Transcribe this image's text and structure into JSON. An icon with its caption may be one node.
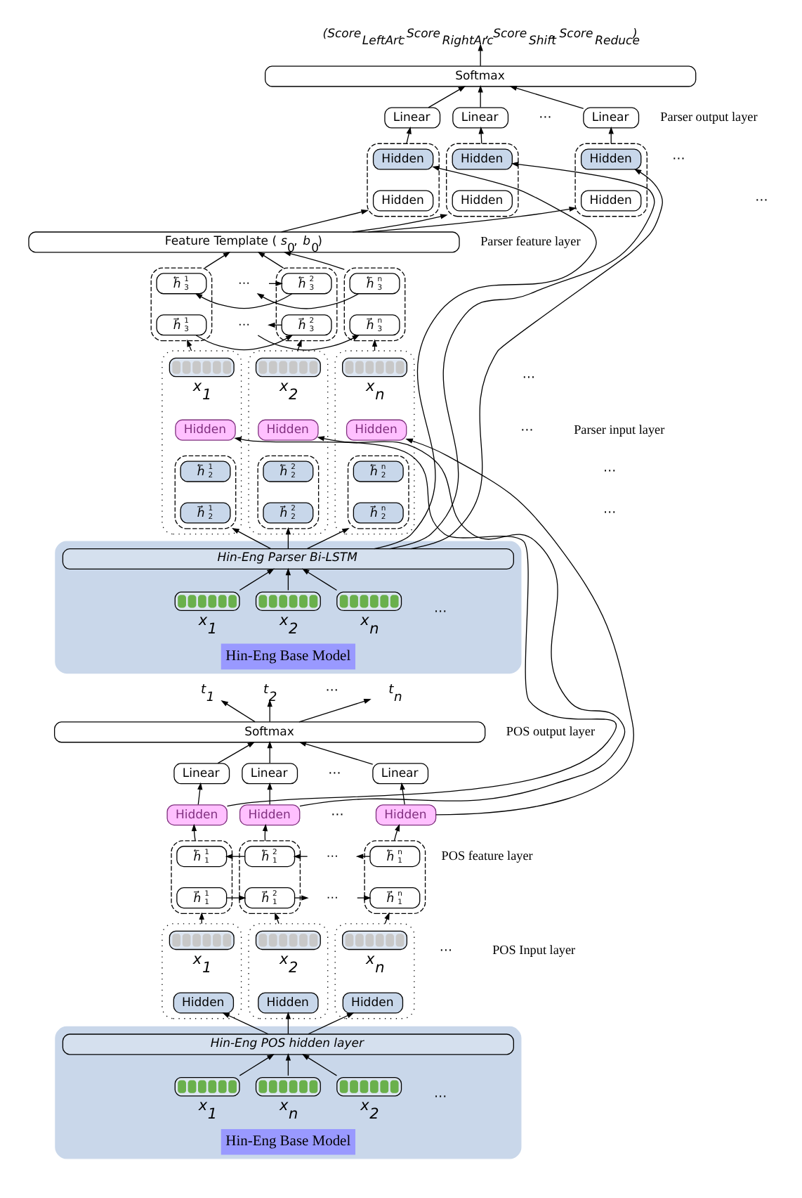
{
  "diagram": {
    "nodes": [
      {
        "text": [
          "(Score$_{LeftArc}$, Score$_{RightArc}$, Score$_{Shift}$, Score$_{Reduce}$)"
        ]
      },
      {
        "text": [
          "Softmax"
        ]
      },
      {
        "text": [
          "Linear"
        ]
      },
      {
        "text": [
          "Linear"
        ]
      },
      {
        "text": [
          "Linear"
        ]
      },
      {
        "text": [],
        "shape": "box"
      },
      {
        "text": [
          "Hidden"
        ],
        "in": 5
      },
      {
        "text": [
          "Hidden"
        ],
        "in": 5
      },
      {
        "text": [],
        "shape": "box"
      },
      {
        "text": [
          "Hidden"
        ],
        "in": 8
      },
      {
        "text": [
          "Hidden"
        ],
        "in": 8
      },
      {
        "text": [],
        "shape": "box"
      },
      {
        "text": [
          "Hidden"
        ],
        "in": 11
      },
      {
        "text": [
          "Hidden"
        ],
        "in": 11
      },
      {
        "text": [
          "Feature Template (*s*$_{0}$, *b*$_{0}$)"
        ]
      },
      {
        "text": [],
        "shape": "box"
      },
      {
        "text": [
          "h⃖$^{1}$$_{3}$"
        ],
        "in": 15
      },
      {
        "text": [
          "h⃗$^{1}$$_{3}$"
        ],
        "in": 15
      },
      {
        "text": [],
        "shape": "box"
      },
      {
        "text": [
          "h⃖$^{2}$$_{3}$"
        ],
        "in": 18
      },
      {
        "text": [
          "h⃗$^{2}$$_{3}$"
        ],
        "in": 18
      },
      {
        "text": [
          "⋯"
        ]
      },
      {
        "text": [
          "⋯"
        ]
      },
      {
        "text": [],
        "shape": "box"
      },
      {
        "text": [
          "h⃖$^{n}$$_{3}$"
        ],
        "in": 23
      },
      {
        "text": [
          "h⃗$^{n}$$_{3}$"
        ],
        "in": 23
      },
      {
        "text": [],
        "shape": "box"
      },
      {
        "text": [],
        "shape": "bar",
        "beside": [
          "x$_{1}$"
        ],
        "in": 26
      },
      {
        "text": [
          "Hidden"
        ],
        "in": 26
      },
      {
        "text": [],
        "shape": "box",
        "in": 26
      },
      {
        "text": [
          "h⃖$^{1}$$_{2}$"
        ],
        "in": 29
      },
      {
        "text": [
          "h⃗$^{1}$$_{2}$"
        ],
        "in": 29
      },
      {
        "text": [],
        "shape": "box"
      },
      {
        "text": [],
        "shape": "bar",
        "beside": [
          "x$_{2}$"
        ],
        "in": 32
      },
      {
        "text": [
          "Hidden"
        ],
        "in": 32
      },
      {
        "text": [],
        "shape": "box",
        "in": 32
      },
      {
        "text": [
          "h⃖$^{2}$$_{2}$"
        ],
        "in": 35
      },
      {
        "text": [
          "h⃗$^{2}$$_{2}$"
        ],
        "in": 35
      },
      {
        "text": [],
        "shape": "box"
      },
      {
        "text": [],
        "shape": "bar",
        "beside": [
          "x$_{n}$"
        ],
        "in": 38
      },
      {
        "text": [
          "Hidden"
        ],
        "in": 38
      },
      {
        "text": [],
        "shape": "box",
        "in": 38
      },
      {
        "text": [
          "h⃖$^{n}$$_{2}$"
        ],
        "in": 41
      },
      {
        "text": [
          "h⃗$^{n}$$_{2}$"
        ],
        "in": 41
      },
      {
        "text": [
          "Hin-Eng Base Model"
        ]
      },
      {
        "text": [
          "Hin-Eng Parser Bi-LSTM"
        ],
        "in": 44
      },
      {
        "text": [],
        "shape": "bar",
        "beside": [
          "x$_{1}$"
        ],
        "in": 44
      },
      {
        "text": [],
        "shape": "bar",
        "beside": [
          "x$_{2}$"
        ],
        "in": 44
      },
      {
        "text": [],
        "shape": "bar",
        "beside": [
          "x$_{n}$"
        ],
        "in": 44
      },
      {
        "text": [
          "t$_{1}$"
        ]
      },
      {
        "text": [
          "t$_{2}$"
        ]
      },
      {
        "text": [
          "t$_{n}$"
        ]
      },
      {
        "text": [
          "Softmax"
        ]
      },
      {
        "text": [
          "Linear"
        ]
      },
      {
        "text": [
          "Linear"
        ]
      },
      {
        "text": [
          "Linear"
        ]
      },
      {
        "text": [
          "Hidden"
        ]
      },
      {
        "text": [
          "Hidden"
        ]
      },
      {
        "text": [
          "Hidden"
        ]
      },
      {
        "text": [],
        "shape": "box"
      },
      {
        "text": [
          "h⃖$^{1}$$_{1}$"
        ],
        "in": 59
      },
      {
        "text": [
          "h⃗$^{1}$$_{1}$"
        ],
        "in": 59
      },
      {
        "text": [],
        "shape": "box"
      },
      {
        "text": [
          "h⃖$^{2}$$_{1}$"
        ],
        "in": 62
      },
      {
        "text": [
          "h⃗$^{2}$$_{1}$"
        ],
        "in": 62
      },
      {
        "text": [
          "⋯"
        ]
      },
      {
        "text": [
          "⋯"
        ]
      },
      {
        "text": [],
        "shape": "box"
      },
      {
        "text": [
          "h⃖$^{n}$$_{1}$"
        ],
        "in": 67
      },
      {
        "text": [
          "h⃗$^{n}$$_{1}$"
        ],
        "in": 67
      },
      {
        "text": [],
        "shape": "box"
      },
      {
        "text": [],
        "shape": "bar",
        "beside": [
          "x$_{1}$"
        ],
        "in": 70
      },
      {
        "text": [
          "Hidden"
        ],
        "in": 70
      },
      {
        "text": [],
        "shape": "box"
      },
      {
        "text": [],
        "shape": "bar",
        "beside": [
          "x$_{2}$"
        ],
        "in": 73
      },
      {
        "text": [
          "Hidden"
        ],
        "in": 73
      },
      {
        "text": [],
        "shape": "box"
      },
      {
        "text": [],
        "shape": "bar",
        "beside": [
          "x$_{n}$"
        ],
        "in": 76
      },
      {
        "text": [
          "Hidden"
        ],
        "in": 76
      },
      {
        "text": [
          "Hin-Eng Base Model"
        ]
      },
      {
        "text": [
          "Hin-Eng POS hidden layer"
        ],
        "in": 79
      },
      {
        "text": [],
        "shape": "bar",
        "beside": [
          "x$_{1}$"
        ],
        "in": 79
      },
      {
        "text": [],
        "shape": "bar",
        "beside": [
          "x$_{2}$"
        ],
        "in": 79
      },
      {
        "text": [],
        "shape": "bar",
        "beside": [
          "x$_{n}$"
        ],
        "in": 79
      }
    ],
    "edges": [
      {
        "from": 1,
        "to": 0,
        "arrow": "to"
      },
      {
        "from": 2,
        "to": 1,
        "arrow": "to"
      },
      {
        "from": 3,
        "to": 1,
        "arrow": "to"
      },
      {
        "from": 4,
        "to": 1,
        "arrow": "to"
      },
      {
        "from": 5,
        "to": 2,
        "arrow": "to"
      },
      {
        "from": 8,
        "to": 3,
        "arrow": "to"
      },
      {
        "from": 11,
        "to": 4,
        "arrow": "to"
      },
      {
        "from": 14,
        "to": 5,
        "arrow": "to"
      },
      {
        "from": 14,
        "to": 8,
        "arrow": "to"
      },
      {
        "from": 14,
        "to": 11,
        "arrow": "to"
      },
      {
        "from": 15,
        "to": 14,
        "arrow": "to"
      },
      {
        "from": 18,
        "to": 14,
        "arrow": "to"
      },
      {
        "from": 23,
        "to": 14,
        "arrow": "to"
      },
      {
        "from": 19,
        "to": 16,
        "arrow": "to"
      },
      {
        "from": 21,
        "to": 19,
        "arrow": "to"
      },
      {
        "from": 24,
        "to": 21,
        "arrow": "to"
      },
      {
        "from": 17,
        "to": 20,
        "arrow": "to"
      },
      {
        "from": 20,
        "to": 22,
        "arrow": "to"
      },
      {
        "from": 22,
        "to": 25,
        "arrow": "to"
      },
      {
        "from": 26,
        "to": 15,
        "arrow": "to"
      },
      {
        "from": 32,
        "to": 18,
        "arrow": "to"
      },
      {
        "from": 38,
        "to": 23,
        "arrow": "to"
      },
      {
        "from": 45,
        "to": 29,
        "arrow": "to"
      },
      {
        "from": 45,
        "to": 35,
        "arrow": "to"
      },
      {
        "from": 45,
        "to": 41,
        "arrow": "to"
      },
      {
        "from": 46,
        "to": 45,
        "arrow": "to"
      },
      {
        "from": 47,
        "to": 45,
        "arrow": "to"
      },
      {
        "from": 48,
        "to": 45,
        "arrow": "to"
      },
      {
        "from": 45,
        "to": 6,
        "arrow": "to"
      },
      {
        "from": 45,
        "to": 9,
        "arrow": "to"
      },
      {
        "from": 45,
        "to": 12,
        "arrow": "to"
      },
      {
        "from": 56,
        "to": 28,
        "arrow": "to"
      },
      {
        "from": 57,
        "to": 34,
        "arrow": "to"
      },
      {
        "from": 58,
        "to": 40,
        "arrow": "to"
      },
      {
        "from": 52,
        "to": 49,
        "arrow": "to"
      },
      {
        "from": 52,
        "to": 50,
        "arrow": "to"
      },
      {
        "from": 52,
        "to": 51,
        "arrow": "to"
      },
      {
        "from": 53,
        "to": 52,
        "arrow": "to"
      },
      {
        "from": 54,
        "to": 52,
        "arrow": "to"
      },
      {
        "from": 55,
        "to": 52,
        "arrow": "to"
      },
      {
        "from": 56,
        "to": 53,
        "arrow": "to"
      },
      {
        "from": 57,
        "to": 54,
        "arrow": "to"
      },
      {
        "from": 58,
        "to": 55,
        "arrow": "to"
      },
      {
        "from": 59,
        "to": 56,
        "arrow": "to"
      },
      {
        "from": 62,
        "to": 57,
        "arrow": "to"
      },
      {
        "from": 67,
        "to": 58,
        "arrow": "to"
      },
      {
        "from": 63,
        "to": 60,
        "arrow": "to"
      },
      {
        "from": 65,
        "to": 63,
        "arrow": "to"
      },
      {
        "from": 68,
        "to": 65,
        "arrow": "to"
      },
      {
        "from": 61,
        "to": 64,
        "arrow": "to"
      },
      {
        "from": 64,
        "to": 66,
        "arrow": "to"
      },
      {
        "from": 66,
        "to": 69,
        "arrow": "to"
      },
      {
        "from": 70,
        "to": 59,
        "arrow": "to"
      },
      {
        "from": 73,
        "to": 62,
        "arrow": "to"
      },
      {
        "from": 76,
        "to": 67,
        "arrow": "to"
      },
      {
        "from": 80,
        "to": 72,
        "arrow": "to"
      },
      {
        "from": 80,
        "to": 75,
        "arrow": "to"
      },
      {
        "from": 80,
        "to": 78,
        "arrow": "to"
      },
      {
        "from": 81,
        "to": 80,
        "arrow": "to"
      },
      {
        "from": 82,
        "to": 80,
        "arrow": "to"
      },
      {
        "from": 83,
        "to": 80,
        "arrow": "to"
      }
    ],
    "labels": [
      "⋯",
      "Parser output layer",
      "⋯",
      "⋯",
      "Parser feature layer",
      "⋯",
      "⋯",
      "Parser input layer",
      "⋯",
      "⋯",
      "⋯",
      "⋯",
      "POS output layer",
      "⋯",
      "⋯",
      "POS feature layer",
      "⋯",
      "POS Input layer",
      "⋯"
    ]
  }
}
